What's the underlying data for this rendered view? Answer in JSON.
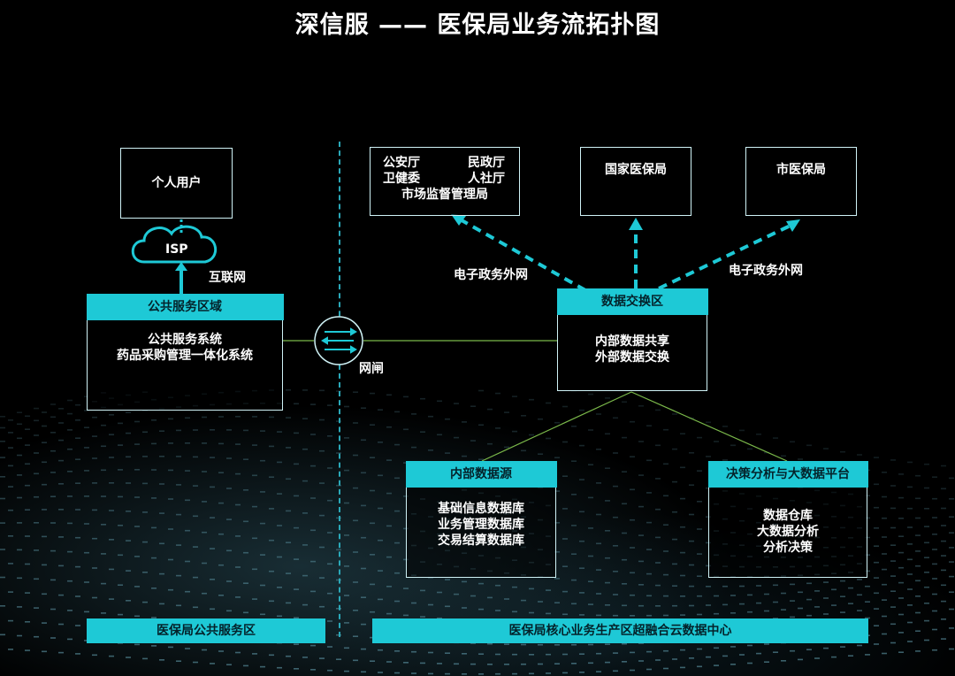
{
  "title": "深信服 —— 医保局业务流拓扑图",
  "nodes": {
    "personal_user": "个人用户",
    "isp": "ISP",
    "internet": "互联网",
    "public_domain": {
      "header": "公共服务区域",
      "lines": [
        "公共服务系统",
        "药品采购管理一体化系统"
      ]
    },
    "gateway": "网闸",
    "gov_agencies": {
      "public_security": "公安厅",
      "civil_affairs": "民政厅",
      "health_commission": "卫健委",
      "hr_social": "人社厅",
      "market_supervision": "市场监督管理局"
    },
    "national_medical": "国家医保局",
    "city_medical": "市医保局",
    "egov_left": "电子政务外网",
    "egov_right": "电子政务外网",
    "exchange_zone": {
      "header": "数据交换区",
      "lines": [
        "内部数据共享",
        "外部数据交换"
      ]
    },
    "internal_source": {
      "header": "内部数据源",
      "lines": [
        "基础信息数据库",
        "业务管理数据库",
        "交易结算数据库"
      ]
    },
    "bigdata_platform": {
      "header": "决策分析与大数据平台",
      "lines": [
        "数据仓库",
        "大数据分析",
        "分析决策"
      ]
    }
  },
  "footer": {
    "left": "医保局公共服务区",
    "right": "医保局核心业务生产区超融合云数据中心"
  },
  "colors": {
    "accent": "#1ec9d6",
    "background": "#000000",
    "divider": "#2aa8b8",
    "link_green": "#7ab84a"
  }
}
